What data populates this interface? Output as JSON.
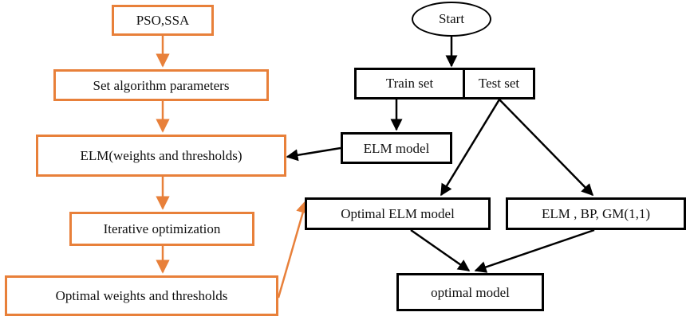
{
  "diagram": {
    "left_flow": {
      "pso_ssa": "PSO,SSA",
      "set_params": "Set algorithm parameters",
      "elm_weights": "ELM(weights and thresholds)",
      "iterative": "Iterative optimization",
      "optimal_weights": "Optimal weights and thresholds"
    },
    "right_flow": {
      "start": "Start",
      "train_set": "Train set",
      "test_set": "Test set",
      "elm_model": "ELM model",
      "optimal_elm": "Optimal ELM model",
      "comparison_models": "ELM , BP, GM(1,1)",
      "optimal_model": "optimal model"
    },
    "colors": {
      "left_accent": "#e8803a",
      "right_accent": "#000000"
    }
  }
}
